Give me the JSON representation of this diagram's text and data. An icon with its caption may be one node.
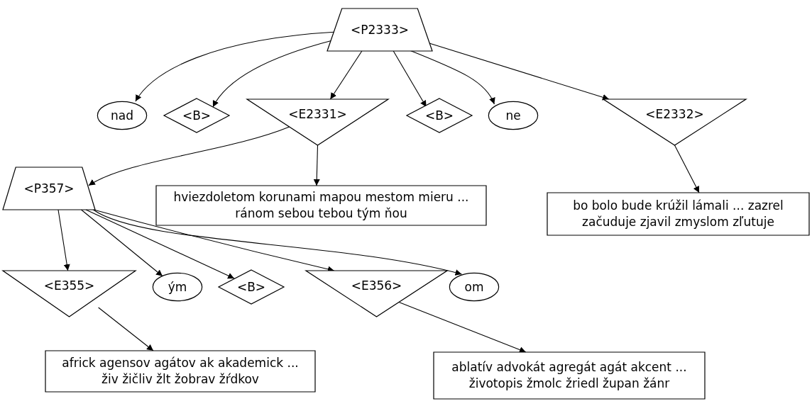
{
  "diagram": {
    "nodes": [
      {
        "text": [
          "<P2333>"
        ]
      },
      {
        "text": [
          "nad"
        ]
      },
      {
        "text": [
          "<B>"
        ]
      },
      {
        "text": [
          "<E2331>"
        ]
      },
      {
        "text": [
          "<B>"
        ]
      },
      {
        "text": [
          "ne"
        ]
      },
      {
        "text": [
          "<E2332>"
        ]
      },
      {
        "text": [
          "<P357>"
        ]
      },
      {
        "text": [
          "hviezdoletom korunami mapou mestom mieru ... ránom sebou tebou tým ňou"
        ]
      },
      {
        "text": [
          "bo bolo bude krúžil lámali ... zazrel začuduje zjavil zmyslom zľutuje"
        ]
      },
      {
        "text": [
          "<E355>"
        ]
      },
      {
        "text": [
          "ým"
        ]
      },
      {
        "text": [
          "<B>"
        ]
      },
      {
        "text": [
          "<E356>"
        ]
      },
      {
        "text": [
          "om"
        ]
      },
      {
        "text": [
          "africk agensov agátov ak akademick ... živ žičliv žlt žobrav žŕdkov"
        ]
      },
      {
        "text": [
          "ablatív advokát agregát agát akcent ... životopis žmolc žriedl župan žánr"
        ]
      }
    ],
    "edges": [
      {
        "from": 0,
        "to": 1,
        "arrow": "to"
      },
      {
        "from": 0,
        "to": 2,
        "arrow": "to"
      },
      {
        "from": 0,
        "to": 3,
        "arrow": "to"
      },
      {
        "from": 0,
        "to": 4,
        "arrow": "to"
      },
      {
        "from": 0,
        "to": 5,
        "arrow": "to"
      },
      {
        "from": 0,
        "to": 6,
        "arrow": "to"
      },
      {
        "from": 3,
        "to": 7,
        "arrow": "to"
      },
      {
        "from": 3,
        "to": 8,
        "arrow": "to"
      },
      {
        "from": 6,
        "to": 9,
        "arrow": "to"
      },
      {
        "from": 7,
        "to": 10,
        "arrow": "to"
      },
      {
        "from": 7,
        "to": 11,
        "arrow": "to"
      },
      {
        "from": 7,
        "to": 12,
        "arrow": "to"
      },
      {
        "from": 7,
        "to": 13,
        "arrow": "to"
      },
      {
        "from": 7,
        "to": 14,
        "arrow": "to"
      },
      {
        "from": 10,
        "to": 15,
        "arrow": "to"
      },
      {
        "from": 13,
        "to": 16,
        "arrow": "to"
      }
    ]
  }
}
